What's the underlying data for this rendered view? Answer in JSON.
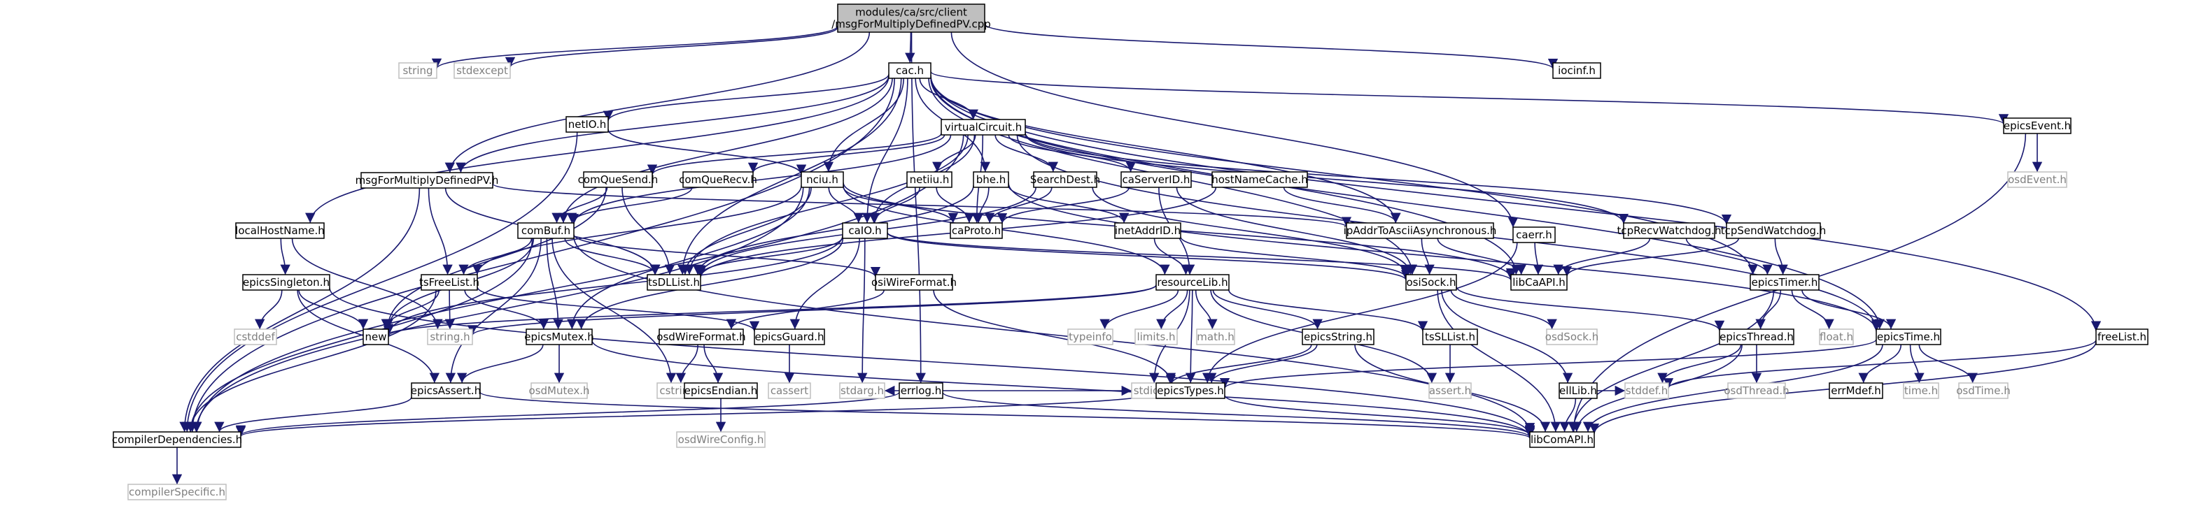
{
  "diagram": {
    "type": "include-dependency-graph",
    "root": "modules/ca/src/client\n/msgForMultiplyDefinedPV.cpp",
    "nodes": [
      {
        "id": "root",
        "label": "modules/ca/src/client\n/msgForMultiplyDefinedPV.cpp",
        "kind": "root"
      },
      {
        "id": "string",
        "label": "string",
        "kind": "external"
      },
      {
        "id": "stdexcept",
        "label": "stdexcept",
        "kind": "external"
      },
      {
        "id": "cac",
        "label": "cac.h",
        "kind": "file"
      },
      {
        "id": "iocinf",
        "label": "iocinf.h",
        "kind": "file"
      },
      {
        "id": "msgmdpv",
        "label": "msgForMultiplyDefinedPV.h",
        "kind": "file"
      },
      {
        "id": "caerr",
        "label": "caerr.h",
        "kind": "file"
      },
      {
        "id": "netio",
        "label": "netIO.h",
        "kind": "file"
      },
      {
        "id": "virtualcircuit",
        "label": "virtualCircuit.h",
        "kind": "file"
      },
      {
        "id": "epicsevent",
        "label": "epicsEvent.h",
        "kind": "file"
      },
      {
        "id": "osdevent",
        "label": "osdEvent.h",
        "kind": "external"
      },
      {
        "id": "comquesend",
        "label": "comQueSend.h",
        "kind": "file"
      },
      {
        "id": "comquerecv",
        "label": "comQueRecv.h",
        "kind": "file"
      },
      {
        "id": "nciu",
        "label": "nciu.h",
        "kind": "file"
      },
      {
        "id": "netiiu",
        "label": "netiiu.h",
        "kind": "file"
      },
      {
        "id": "bhe",
        "label": "bhe.h",
        "kind": "file"
      },
      {
        "id": "searchdest",
        "label": "SearchDest.h",
        "kind": "file"
      },
      {
        "id": "caserverid",
        "label": "caServerID.h",
        "kind": "file"
      },
      {
        "id": "hostnamecache",
        "label": "hostNameCache.h",
        "kind": "file"
      },
      {
        "id": "localhostname",
        "label": "localHostName.h",
        "kind": "file"
      },
      {
        "id": "combuf",
        "label": "comBuf.h",
        "kind": "file"
      },
      {
        "id": "caio",
        "label": "caIO.h",
        "kind": "file"
      },
      {
        "id": "caproto",
        "label": "caProto.h",
        "kind": "file"
      },
      {
        "id": "inetaddrid",
        "label": "inetAddrID.h",
        "kind": "file"
      },
      {
        "id": "ipaddr",
        "label": "ipAddrToAsciiAsynchronous.h",
        "kind": "file"
      },
      {
        "id": "tcprecv",
        "label": "tcpRecvWatchdog.h",
        "kind": "file"
      },
      {
        "id": "tcpsend",
        "label": "tcpSendWatchdog.h",
        "kind": "file"
      },
      {
        "id": "epicssingleton",
        "label": "epicsSingleton.h",
        "kind": "file"
      },
      {
        "id": "tsfreelist",
        "label": "tsFreeList.h",
        "kind": "file"
      },
      {
        "id": "tsdllist",
        "label": "tsDLList.h",
        "kind": "file"
      },
      {
        "id": "osiwireformat",
        "label": "osiWireFormat.h",
        "kind": "file"
      },
      {
        "id": "resourcelib",
        "label": "resourceLib.h",
        "kind": "file"
      },
      {
        "id": "osisock",
        "label": "osiSock.h",
        "kind": "file"
      },
      {
        "id": "libcaapi",
        "label": "libCaAPI.h",
        "kind": "file"
      },
      {
        "id": "epicstimer",
        "label": "epicsTimer.h",
        "kind": "file"
      },
      {
        "id": "freelist",
        "label": "freeList.h",
        "kind": "file"
      },
      {
        "id": "cstddef",
        "label": "cstddef",
        "kind": "external"
      },
      {
        "id": "new",
        "label": "new",
        "kind": "file"
      },
      {
        "id": "stringh",
        "label": "string.h",
        "kind": "external"
      },
      {
        "id": "epicsmutex",
        "label": "epicsMutex.h",
        "kind": "file"
      },
      {
        "id": "osdwireformat",
        "label": "osdWireFormat.h",
        "kind": "file"
      },
      {
        "id": "epicsguard",
        "label": "epicsGuard.h",
        "kind": "file"
      },
      {
        "id": "typeinfo",
        "label": "typeinfo",
        "kind": "external"
      },
      {
        "id": "limits",
        "label": "limits.h",
        "kind": "external"
      },
      {
        "id": "math",
        "label": "math.h",
        "kind": "external"
      },
      {
        "id": "epicsstring",
        "label": "epicsString.h",
        "kind": "file"
      },
      {
        "id": "tsslist",
        "label": "tsSLList.h",
        "kind": "file"
      },
      {
        "id": "osdsock",
        "label": "osdSock.h",
        "kind": "external"
      },
      {
        "id": "epicsthread",
        "label": "epicsThread.h",
        "kind": "file"
      },
      {
        "id": "float",
        "label": "float.h",
        "kind": "external"
      },
      {
        "id": "epicstime",
        "label": "epicsTime.h",
        "kind": "file"
      },
      {
        "id": "errlog",
        "label": "errlog.h",
        "kind": "file"
      },
      {
        "id": "cstring",
        "label": "cstring",
        "kind": "external"
      },
      {
        "id": "osdmutex",
        "label": "osdMutex.h",
        "kind": "external"
      },
      {
        "id": "epicsendian",
        "label": "epicsEndian.h",
        "kind": "file"
      },
      {
        "id": "cassert",
        "label": "cassert",
        "kind": "external"
      },
      {
        "id": "stdarg",
        "label": "stdarg.h",
        "kind": "external"
      },
      {
        "id": "stdio",
        "label": "stdio.h",
        "kind": "external"
      },
      {
        "id": "epicstypes",
        "label": "epicsTypes.h",
        "kind": "file"
      },
      {
        "id": "assert",
        "label": "assert.h",
        "kind": "external"
      },
      {
        "id": "elllib",
        "label": "ellLib.h",
        "kind": "file"
      },
      {
        "id": "stddef",
        "label": "stddef.h",
        "kind": "external"
      },
      {
        "id": "osdthread",
        "label": "osdThread.h",
        "kind": "external"
      },
      {
        "id": "errmdef",
        "label": "errMdef.h",
        "kind": "file"
      },
      {
        "id": "timeh",
        "label": "time.h",
        "kind": "external"
      },
      {
        "id": "osdtime",
        "label": "osdTime.h",
        "kind": "external"
      },
      {
        "id": "epicsassert",
        "label": "epicsAssert.h",
        "kind": "file"
      },
      {
        "id": "compilerdeps",
        "label": "compilerDependencies.h",
        "kind": "file"
      },
      {
        "id": "libcomapi",
        "label": "libComAPI.h",
        "kind": "file"
      },
      {
        "id": "osdwireconfig",
        "label": "osdWireConfig.h",
        "kind": "external"
      },
      {
        "id": "compilerspecific",
        "label": "compilerSpecific.h",
        "kind": "external"
      }
    ],
    "edges": [
      [
        "root",
        "string"
      ],
      [
        "root",
        "stdexcept"
      ],
      [
        "root",
        "cac"
      ],
      [
        "root",
        "iocinf"
      ],
      [
        "root",
        "msgmdpv"
      ],
      [
        "root",
        "caerr"
      ],
      [
        "root",
        "errlog"
      ],
      [
        "cac",
        "netio"
      ],
      [
        "cac",
        "virtualcircuit"
      ],
      [
        "cac",
        "epicsevent"
      ],
      [
        "cac",
        "localhostname"
      ],
      [
        "cac",
        "msgmdpv"
      ],
      [
        "cac",
        "nciu"
      ],
      [
        "cac",
        "bhe"
      ],
      [
        "cac",
        "caio"
      ],
      [
        "cac",
        "combuf"
      ],
      [
        "cac",
        "ipaddr"
      ],
      [
        "cac",
        "libcaapi"
      ],
      [
        "cac",
        "epicstimer"
      ],
      [
        "cac",
        "freelist"
      ],
      [
        "cac",
        "compilerdeps"
      ],
      [
        "cac",
        "epicstime"
      ],
      [
        "cac",
        "tsdllist"
      ],
      [
        "cac",
        "osisock"
      ],
      [
        "netio",
        "nciu"
      ],
      [
        "netio",
        "compilerdeps"
      ],
      [
        "virtualcircuit",
        "comquesend"
      ],
      [
        "virtualcircuit",
        "comquerecv"
      ],
      [
        "virtualcircuit",
        "netiiu"
      ],
      [
        "virtualcircuit",
        "searchdest"
      ],
      [
        "virtualcircuit",
        "caserverid"
      ],
      [
        "virtualcircuit",
        "tcprecv"
      ],
      [
        "virtualcircuit",
        "tcpsend"
      ],
      [
        "virtualcircuit",
        "combuf"
      ],
      [
        "virtualcircuit",
        "caproto"
      ],
      [
        "virtualcircuit",
        "caio"
      ],
      [
        "virtualcircuit",
        "tsdllist"
      ],
      [
        "virtualcircuit",
        "compilerdeps"
      ],
      [
        "virtualcircuit",
        "epicstime"
      ],
      [
        "epicsevent",
        "osdevent"
      ],
      [
        "epicsevent",
        "libcomapi"
      ],
      [
        "msgmdpv",
        "ipaddr"
      ],
      [
        "msgmdpv",
        "tsfreelist"
      ],
      [
        "msgmdpv",
        "tsdllist"
      ],
      [
        "msgmdpv",
        "compilerdeps"
      ],
      [
        "comquesend",
        "combuf"
      ],
      [
        "comquesend",
        "tsdllist"
      ],
      [
        "comquesend",
        "new"
      ],
      [
        "comquerecv",
        "combuf"
      ],
      [
        "nciu",
        "caio"
      ],
      [
        "nciu",
        "caproto"
      ],
      [
        "nciu",
        "resourcelib"
      ],
      [
        "nciu",
        "tsdllist"
      ],
      [
        "nciu",
        "tsfreelist"
      ],
      [
        "nciu",
        "epicsmutex"
      ],
      [
        "nciu",
        "compilerdeps"
      ],
      [
        "nciu",
        "libcaapi"
      ],
      [
        "netiiu",
        "caio"
      ],
      [
        "netiiu",
        "caproto"
      ],
      [
        "bhe",
        "inetaddrid"
      ],
      [
        "bhe",
        "caproto"
      ],
      [
        "bhe",
        "tsdllist"
      ],
      [
        "bhe",
        "epicstime"
      ],
      [
        "searchdest",
        "caproto"
      ],
      [
        "searchdest",
        "osisock"
      ],
      [
        "searchdest",
        "tsdllist"
      ],
      [
        "caserverid",
        "resourcelib"
      ],
      [
        "caserverid",
        "osisock"
      ],
      [
        "caserverid",
        "caproto"
      ],
      [
        "hostnamecache",
        "ipaddr"
      ],
      [
        "hostnamecache",
        "tsdllist"
      ],
      [
        "localhostname",
        "epicssingleton"
      ],
      [
        "localhostname",
        "stringh"
      ],
      [
        "combuf",
        "tsdllist"
      ],
      [
        "combuf",
        "tsfreelist"
      ],
      [
        "combuf",
        "new"
      ],
      [
        "combuf",
        "cstring"
      ],
      [
        "combuf",
        "epicsassert"
      ],
      [
        "combuf",
        "osiwireformat"
      ],
      [
        "combuf",
        "compilerdeps"
      ],
      [
        "combuf",
        "epicsmutex"
      ],
      [
        "combuf",
        "libcomapi"
      ],
      [
        "caio",
        "tsdllist"
      ],
      [
        "caio",
        "osisock"
      ],
      [
        "caio",
        "libcaapi"
      ],
      [
        "caio",
        "epicsguard"
      ],
      [
        "caio",
        "epicsmutex"
      ],
      [
        "caio",
        "stdarg"
      ],
      [
        "caio",
        "new"
      ],
      [
        "inetaddrid",
        "resourcelib"
      ],
      [
        "inetaddrid",
        "osisock"
      ],
      [
        "ipaddr",
        "osisock"
      ],
      [
        "ipaddr",
        "libcaapi"
      ],
      [
        "tcprecv",
        "epicstimer"
      ],
      [
        "tcprecv",
        "libcaapi"
      ],
      [
        "tcpsend",
        "epicstimer"
      ],
      [
        "tcpsend",
        "libcaapi"
      ],
      [
        "caerr",
        "libcaapi"
      ],
      [
        "caerr",
        "epicstypes"
      ],
      [
        "epicssingleton",
        "cstddef"
      ],
      [
        "epicssingleton",
        "new"
      ],
      [
        "epicssingleton",
        "epicsassert"
      ],
      [
        "epicssingleton",
        "libcomapi"
      ],
      [
        "tsfreelist",
        "new"
      ],
      [
        "tsfreelist",
        "stringh"
      ],
      [
        "tsfreelist",
        "epicsmutex"
      ],
      [
        "tsfreelist",
        "epicsguard"
      ],
      [
        "tsfreelist",
        "compilerdeps"
      ],
      [
        "osiwireformat",
        "osdwireformat"
      ],
      [
        "osiwireformat",
        "epicstypes"
      ],
      [
        "resourcelib",
        "stringh"
      ],
      [
        "resourcelib",
        "typeinfo"
      ],
      [
        "resourcelib",
        "limits"
      ],
      [
        "resourcelib",
        "math"
      ],
      [
        "resourcelib",
        "epicsstring"
      ],
      [
        "resourcelib",
        "tsslist"
      ],
      [
        "resourcelib",
        "stdio"
      ],
      [
        "resourcelib",
        "epicstypes"
      ],
      [
        "resourcelib",
        "assert"
      ],
      [
        "resourcelib",
        "new"
      ],
      [
        "osisock",
        "osdsock"
      ],
      [
        "osisock",
        "elllib"
      ],
      [
        "osisock",
        "libcomapi"
      ],
      [
        "osisock",
        "epicsthread"
      ],
      [
        "epicstimer",
        "epicsthread"
      ],
      [
        "epicstimer",
        "epicstime"
      ],
      [
        "epicstimer",
        "float"
      ],
      [
        "epicstimer",
        "libcomapi"
      ],
      [
        "freelist",
        "libcomapi"
      ],
      [
        "freelist",
        "stddef"
      ],
      [
        "epicsmutex",
        "epicsassert"
      ],
      [
        "epicsmutex",
        "osdmutex"
      ],
      [
        "epicsmutex",
        "libcomapi"
      ],
      [
        "osdwireformat",
        "epicsendian"
      ],
      [
        "osdwireformat",
        "cstring"
      ],
      [
        "epicsguard",
        "cassert"
      ],
      [
        "epicsstring",
        "stdio"
      ],
      [
        "epicsstring",
        "epicstypes"
      ],
      [
        "epicsstring",
        "libcomapi"
      ],
      [
        "tsslist",
        "assert"
      ],
      [
        "epicsthread",
        "stddef"
      ],
      [
        "epicsthread",
        "osdthread"
      ],
      [
        "epicsthread",
        "libcomapi"
      ],
      [
        "epicstime",
        "errmdef"
      ],
      [
        "epicstime",
        "timeh"
      ],
      [
        "epicstime",
        "osdtime"
      ],
      [
        "epicstime",
        "epicstypes"
      ],
      [
        "epicstime",
        "libcomapi"
      ],
      [
        "errlog",
        "stdarg"
      ],
      [
        "errlog",
        "stdio"
      ],
      [
        "errlog",
        "compilerdeps"
      ],
      [
        "errlog",
        "libcomapi"
      ],
      [
        "epicsendian",
        "osdwireconfig"
      ],
      [
        "epicstypes",
        "compilerdeps"
      ],
      [
        "epicstypes",
        "libcomapi"
      ],
      [
        "elllib",
        "stddef"
      ],
      [
        "elllib",
        "libcomapi"
      ],
      [
        "epicsassert",
        "compilerdeps"
      ],
      [
        "epicsassert",
        "libcomapi"
      ],
      [
        "compilerdeps",
        "compilerspecific"
      ]
    ]
  }
}
